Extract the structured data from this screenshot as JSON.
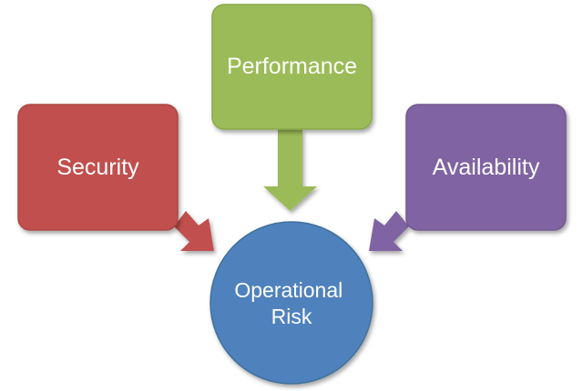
{
  "diagram": {
    "nodes": {
      "performance": {
        "label": "Performance",
        "color": "#9BBB59",
        "border": "#8AA84C"
      },
      "security": {
        "label": "Security",
        "color": "#C0504D",
        "border": "#AC4643"
      },
      "availability": {
        "label": "Availability",
        "color": "#8064A2",
        "border": "#72598F"
      },
      "center": {
        "label_line1": "Operational",
        "label_line2": "Risk",
        "color": "#4F81BD",
        "border": "#41719C"
      }
    },
    "arrows": {
      "performance_to_center": {
        "color": "#9BBB59"
      },
      "security_to_center": {
        "color": "#C0504D"
      },
      "availability_to_center": {
        "color": "#8064A2"
      }
    },
    "background": "#FFFFFF"
  }
}
